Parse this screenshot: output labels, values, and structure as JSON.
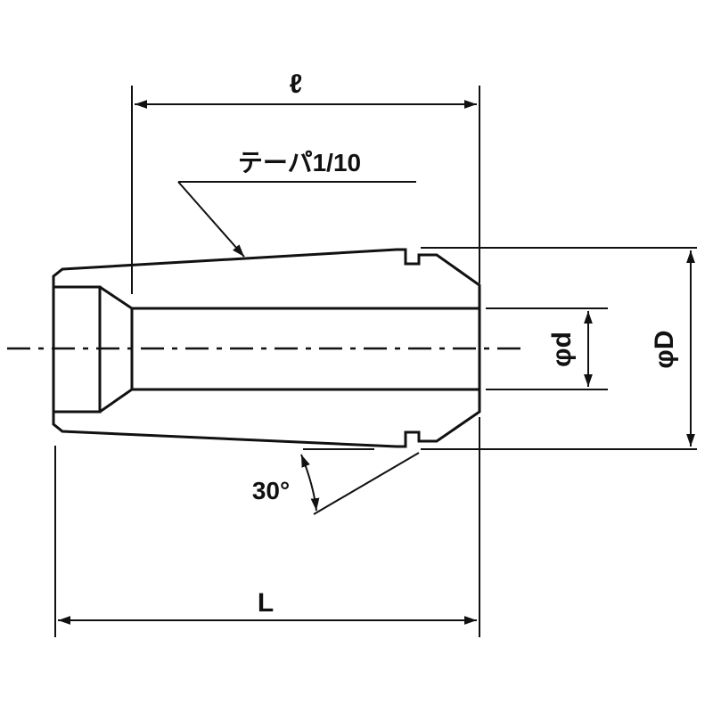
{
  "labels": {
    "taper_length": "ℓ",
    "taper_note": "テーパ1/10",
    "bore_dia": "φd",
    "outer_dia": "φD",
    "angle": "30°",
    "total_length": "L"
  },
  "colors": {
    "line": "#111111",
    "background": "#ffffff"
  }
}
